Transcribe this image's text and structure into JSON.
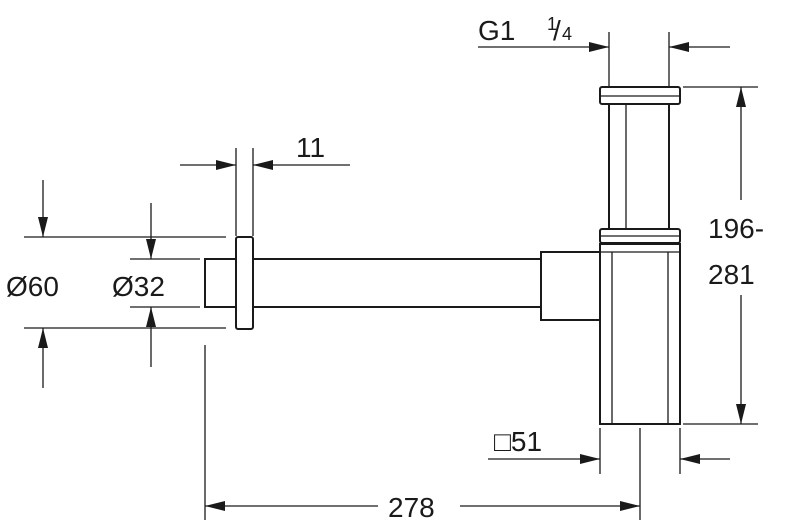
{
  "dimensions": {
    "thread_main": "G1",
    "thread_frac_num": "1",
    "thread_frac_sep": "/",
    "thread_frac_den": "4",
    "flange_thickness": "11",
    "dia_rosette": "Ø60",
    "dia_pipe": "Ø32",
    "height_top": "196-",
    "height_bottom": "281",
    "body_square": "□51",
    "total_length": "278"
  }
}
